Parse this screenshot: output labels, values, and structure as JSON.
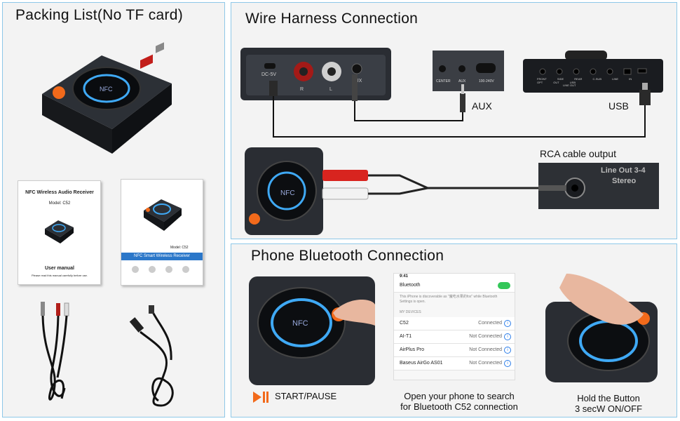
{
  "packing": {
    "title": "Packing List(No TF card)",
    "manual1": {
      "title": "NFC Wireless Audio Receiver",
      "model": "Model: C52",
      "footer": "User manual",
      "note": "Please read this manual carefully before use."
    },
    "manual2": {
      "model": "Model: C52",
      "banner": "NFC Smart Wireless Receiver"
    }
  },
  "wire": {
    "title": "Wire Harness Connection",
    "back_labels": {
      "dc": "DC-5V",
      "r": "R",
      "l": "L",
      "aux": "AUX"
    },
    "aux_label": "AUX",
    "usb_label": "USB",
    "rca_label": "RCA cable output",
    "lineout_text": "Line Out 3-4",
    "lineout_sub": "Stereo",
    "amp_ports": [
      "FRONT",
      "SIDE",
      "REAR",
      "C-SUB",
      "LINE IN",
      "OPT OUT",
      "USB"
    ],
    "amp_group": "LINE OUT",
    "pc_labels": {
      "center": "CENTER",
      "aux": "AUX",
      "volt": "100-240V"
    }
  },
  "phone": {
    "title": "Phone Bluetooth Connection",
    "start_pause": "START/PAUSE",
    "caption_line1": "Open your phone to search",
    "caption_line2": "for Bluetooth C52 connection",
    "hold_line1": "Hold the Button",
    "hold_line2": "3 secW ON/OFF",
    "screen": {
      "time": "9:41",
      "bluetooth": "Bluetooth",
      "info": "This iPhone is discoverable as \"魔吃水果的fox\" while Bluetooth Settings is open.",
      "section": "MY DEVICES",
      "devices": [
        {
          "name": "C52",
          "status": "Connected"
        },
        {
          "name": "AI-T1",
          "status": "Not Connected"
        },
        {
          "name": "AirPlus Pro",
          "status": "Not Connected"
        },
        {
          "name": "Baseus AirGo AS01",
          "status": "Not Connected"
        }
      ]
    }
  },
  "colors": {
    "border": "#8ec8e8",
    "panel": "#f3f3f3",
    "device": "#1c1f24",
    "accent_orange": "#f26a1b",
    "ring_blue": "#3fa9f5",
    "rca_red": "#d8241f"
  }
}
